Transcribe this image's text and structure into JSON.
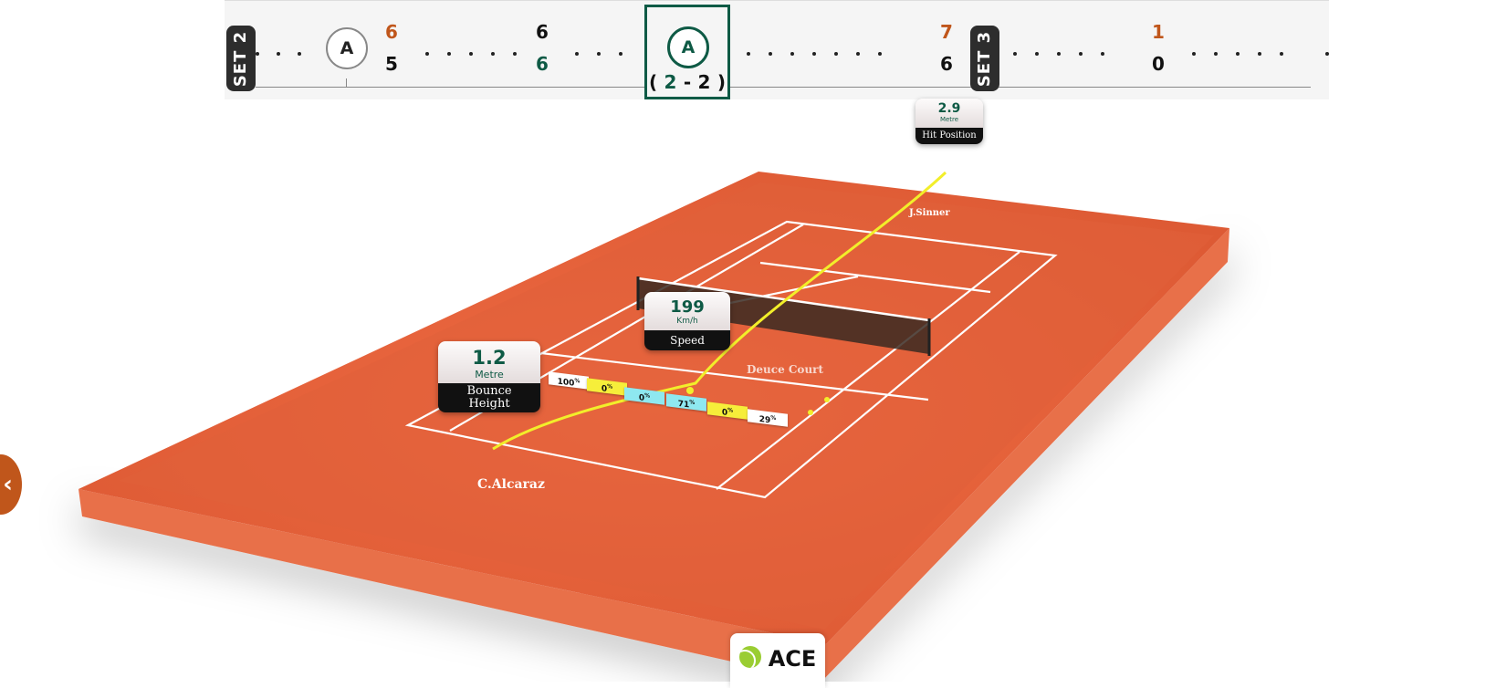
{
  "timeline": {
    "set2_label": "SET 2",
    "set3_label": "SET 3",
    "point_a_label": "A",
    "selected_point_label": "A",
    "game_a": {
      "top": "6",
      "bottom": "5"
    },
    "game_b": {
      "top": "6",
      "bottom": "6"
    },
    "selected_score": {
      "open": "(",
      "left": "2",
      "sep": "-",
      "right": "2",
      "close": ")"
    },
    "game_c": {
      "top": "7",
      "bottom": "6"
    },
    "game_d": {
      "top": "1",
      "bottom": "0"
    }
  },
  "stats": {
    "hit_position": {
      "value": "2.9",
      "unit": "Metre",
      "label": "Hit Position"
    },
    "speed": {
      "value": "199",
      "unit": "Km/h",
      "label": "Speed"
    },
    "bounce_height": {
      "value": "1.2",
      "unit": "Metre",
      "label_line1": "Bounce",
      "label_line2": "Height"
    }
  },
  "court": {
    "player_top": "J.Sinner",
    "player_bottom": "C.Alcaraz",
    "zone_label": "Deuce Court",
    "percent_tags": [
      {
        "value": "100",
        "sup": "%",
        "color": "#ffffff"
      },
      {
        "value": "0",
        "sup": "%",
        "color": "#f6ee3a"
      },
      {
        "value": "0",
        "sup": "%",
        "color": "#8ee8f0"
      },
      {
        "value": "71",
        "sup": "%",
        "color": "#8ee8f0"
      },
      {
        "value": "0",
        "sup": "%",
        "color": "#f6ee3a"
      },
      {
        "value": "29",
        "sup": "%",
        "color": "#ffffff"
      }
    ]
  },
  "ace_badge": {
    "label": "ACE"
  },
  "close_button": {
    "label": "‹"
  },
  "colors": {
    "clay": "#e8643e",
    "clay_dark": "#c7502c",
    "accent_green": "#0e5a45",
    "accent_orange": "#c0561b",
    "trajectory": "#f2ee2a"
  }
}
